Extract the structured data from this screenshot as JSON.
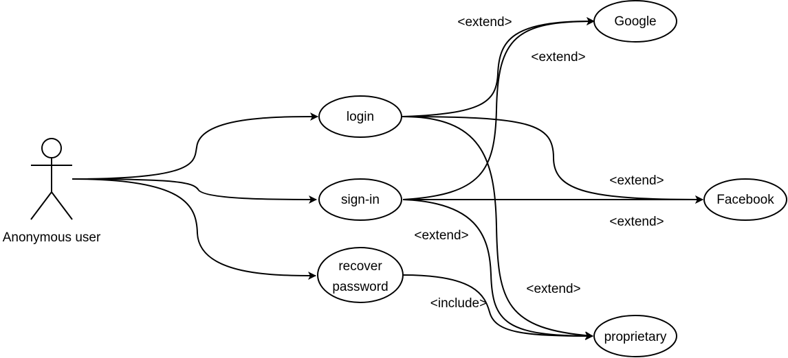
{
  "diagram": {
    "actor": {
      "name": "Anonymous user"
    },
    "use_cases": {
      "login": "login",
      "signin": "sign-in",
      "recover_line1": "recover",
      "recover_line2": "password",
      "google": "Google",
      "facebook": "Facebook",
      "proprietary": "proprietary"
    },
    "relations": {
      "extend": "<extend>",
      "include": "<include>"
    },
    "colors": {
      "line": "#000000",
      "background": "#ffffff"
    }
  }
}
